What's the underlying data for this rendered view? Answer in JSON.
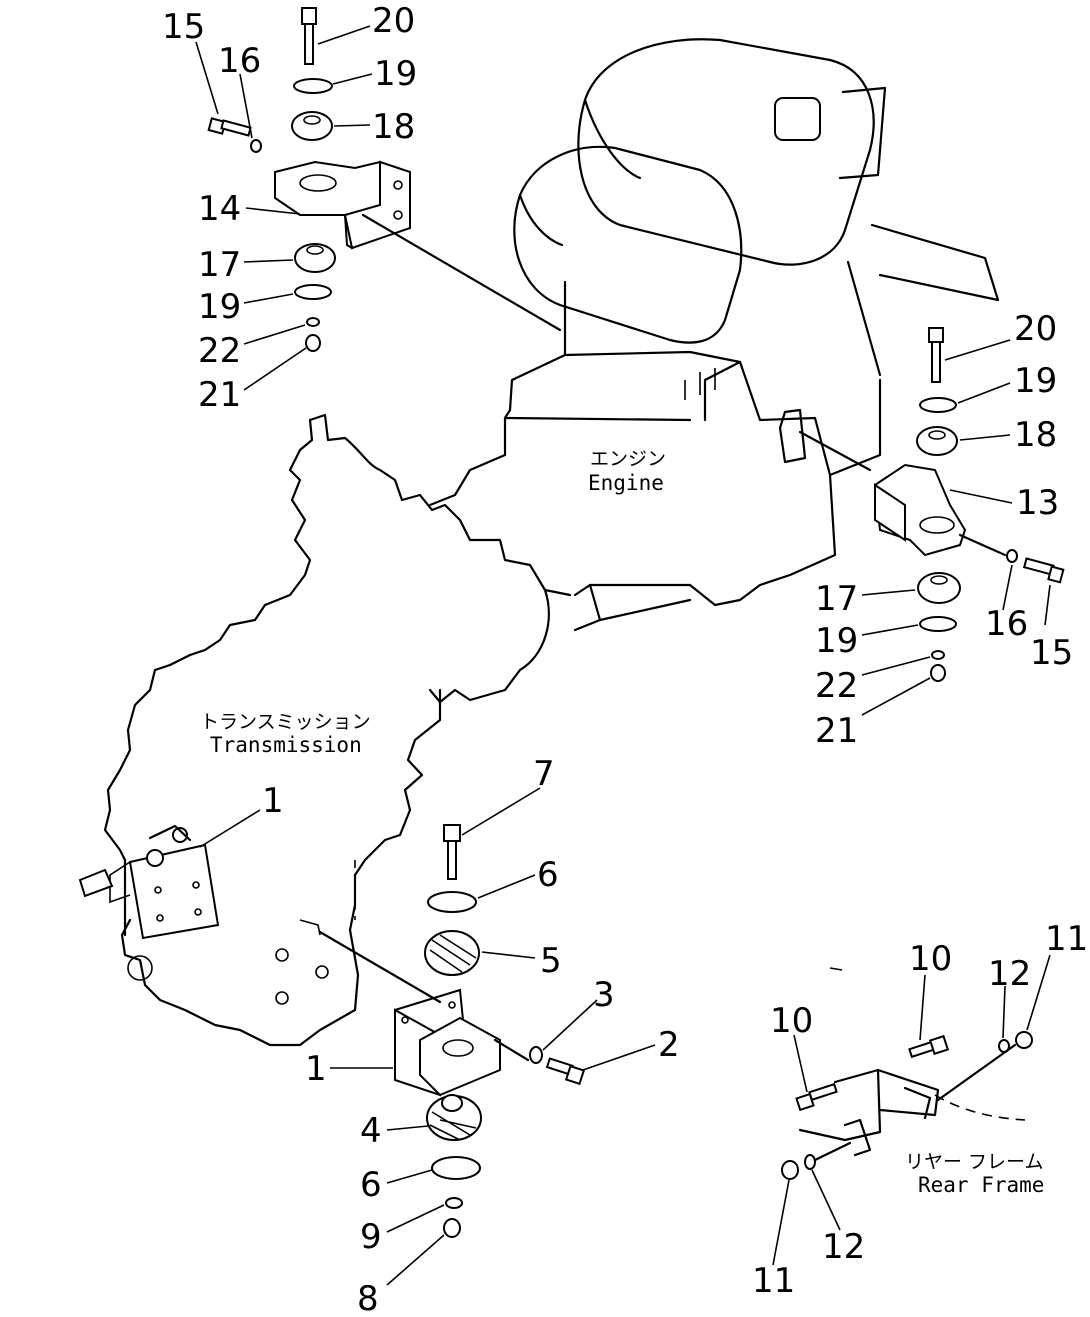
{
  "labels": {
    "engine_jp": "エンジン",
    "engine_en": "Engine",
    "transmission_jp": "トランスミッション",
    "transmission_en": "Transmission",
    "rear_frame_jp": "リヤー フレーム",
    "rear_frame_en": "Rear Frame"
  },
  "callouts": {
    "top_left": [
      "15",
      "16",
      "20",
      "19",
      "18",
      "14",
      "17",
      "19",
      "22",
      "21"
    ],
    "right": [
      "20",
      "19",
      "18",
      "13",
      "17",
      "19",
      "22",
      "21",
      "16",
      "15"
    ],
    "center": [
      "7",
      "6",
      "5",
      "3",
      "2",
      "1",
      "4",
      "6",
      "9",
      "8"
    ],
    "left_bracket": "1",
    "rear_frame": [
      "10",
      "10",
      "12",
      "11",
      "11",
      "12"
    ]
  }
}
